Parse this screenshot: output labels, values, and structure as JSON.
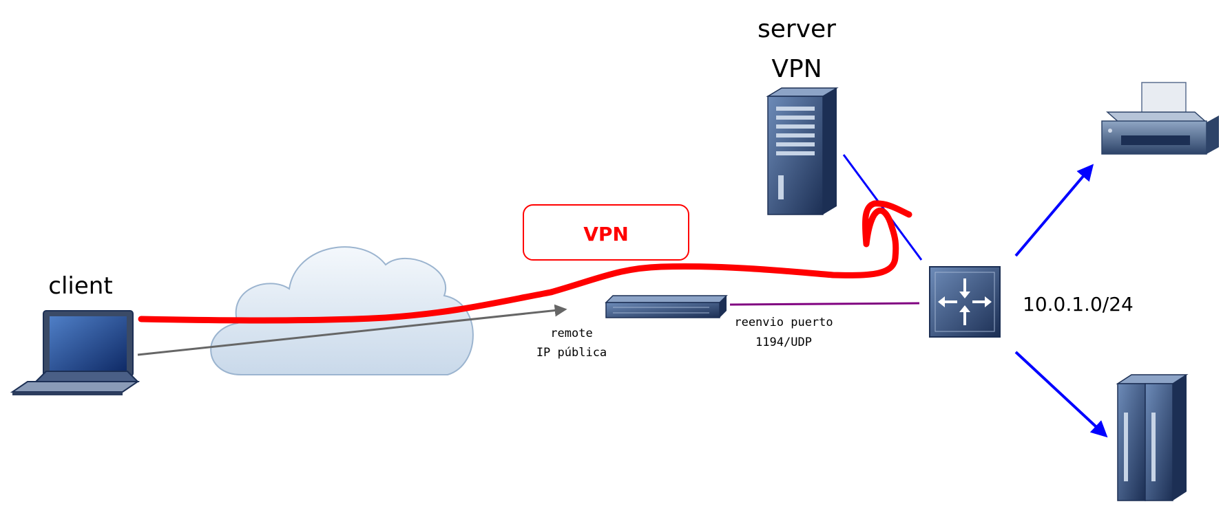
{
  "labels": {
    "server_line1": "server",
    "server_line2": "VPN",
    "client": "client",
    "vpn_box": "VPN",
    "remote_line1": "remote",
    "remote_line2": "IP pública",
    "forward_line1": "reenvio puerto",
    "forward_line2": "1194/UDP",
    "subnet": "10.0.1.0/24"
  },
  "icons": {
    "client": "laptop-icon",
    "internet": "cloud-icon",
    "gateway": "rack-appliance-icon",
    "server": "tower-server-icon",
    "router": "router-icon",
    "printer": "printer-icon",
    "servers": "server-rack-icon"
  },
  "colors": {
    "vpn_tunnel": "#ff0000",
    "client_link": "#666666",
    "lan_link": "#0000ff",
    "forward_link": "#800080",
    "device_dark": "#1c2f54",
    "device_light": "#5a7aa8",
    "cloud_fill": "#e2ecf5",
    "cloud_stroke": "#9bb4cf"
  }
}
